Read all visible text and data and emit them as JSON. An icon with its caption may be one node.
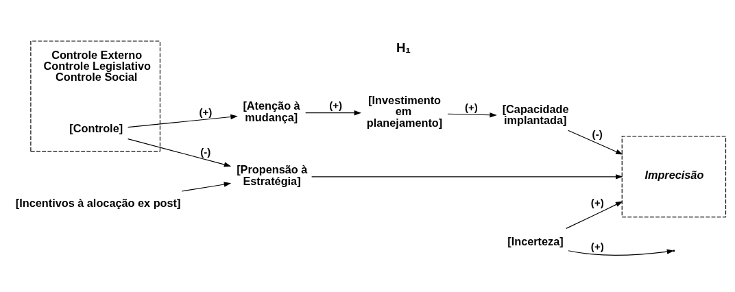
{
  "diagram": {
    "nodes": [
      {
        "text": [],
        "shape": "box"
      },
      {
        "text": [
          "Controle Externo Controle Legislativo Controle Social"
        ],
        "in": 0
      },
      {
        "text": [
          "[Controle]"
        ],
        "in": 0
      },
      {
        "text": [
          "[Atenção à mudança]"
        ]
      },
      {
        "text": [
          "[Investimento em planejamento]"
        ]
      },
      {
        "text": [
          "[Capacidade implantada]"
        ]
      },
      {
        "text": [
          "Imprecisão"
        ]
      },
      {
        "text": [
          "[Incerteza]"
        ]
      },
      {
        "text": [
          "[Propensão à Estratégia]"
        ]
      },
      {
        "text": [
          "[Incentivos à alocação ex post]"
        ]
      }
    ],
    "edges": [
      {
        "from": 2,
        "to": 3,
        "arrow": "to",
        "label": "(+)"
      },
      {
        "from": 3,
        "to": 4,
        "arrow": "to",
        "label": "(+)"
      },
      {
        "from": 4,
        "to": 5,
        "arrow": "to",
        "label": "(+)"
      },
      {
        "from": 5,
        "to": 6,
        "arrow": "to",
        "label": "(-)"
      },
      {
        "from": 7,
        "to": 6,
        "arrow": "to",
        "label": "(+)"
      },
      {
        "from": 7,
        "to": null,
        "arrow": "to",
        "label": "(+)"
      },
      {
        "from": 2,
        "to": 8,
        "arrow": "to",
        "label": "(-)"
      },
      {
        "from": 9,
        "to": 8,
        "arrow": "to"
      },
      {
        "from": 8,
        "to": 6,
        "arrow": "to"
      }
    ],
    "labels": [
      "H₁"
    ]
  }
}
